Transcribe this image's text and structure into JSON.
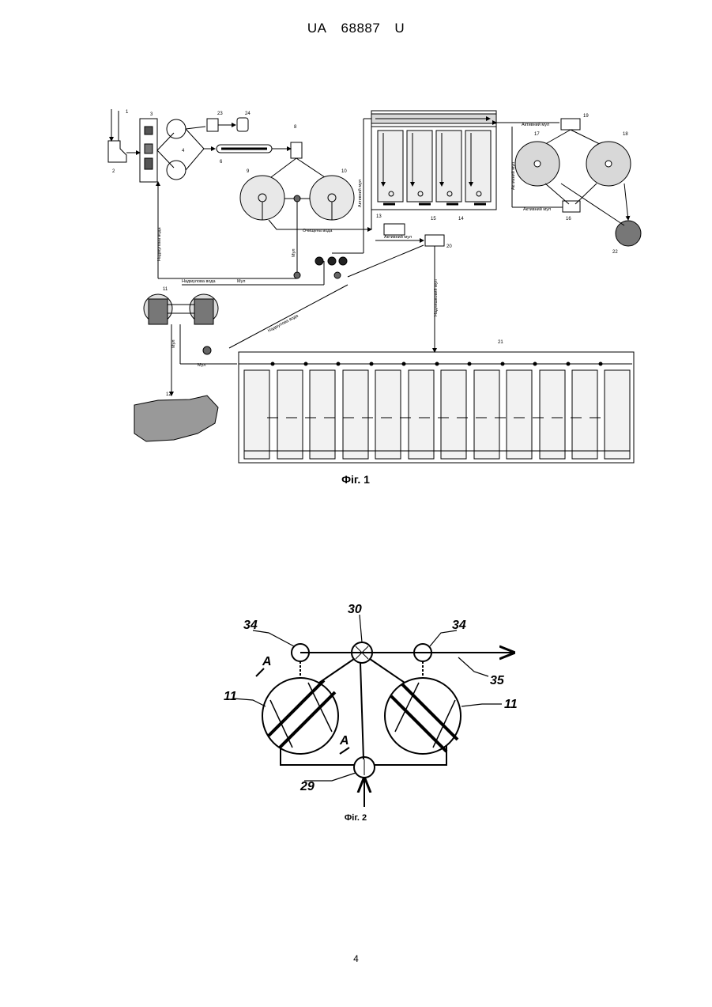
{
  "header": {
    "prefix": "UA",
    "number": "68887",
    "kind": "U"
  },
  "figure1": {
    "caption": "Фіг. 1",
    "part_labels": [
      "1",
      "2",
      "3",
      "4",
      "6",
      "8",
      "9",
      "10",
      "11",
      "12",
      "13",
      "14",
      "15",
      "16",
      "17",
      "18",
      "19",
      "20",
      "21",
      "22",
      "23",
      "24"
    ],
    "flow_labels": {
      "excess_water": "Надмулова вода",
      "excess_water_2": "Надмулова вода",
      "excess_water_3": "Надмулова вода",
      "sludge": "Мул",
      "sludge_2": "Мул",
      "sludge_3": "Мул",
      "sludge_4": "Мул",
      "active_sludge": "Активний мул",
      "active_sludge_2": "Активний мул",
      "active_sludge_3": "Активний мул",
      "active_sludge_4": "Активний мул",
      "active_sludge_5": "Активний мул",
      "cleaned_water": "Очищена вода",
      "excess_active_sludge": "Надлишковий мул"
    }
  },
  "figure2": {
    "caption": "Фіг. 2",
    "labels": {
      "pump_left": "34",
      "pump_right": "34",
      "distributor": "30",
      "outlet": "35",
      "tank_left": "11",
      "tank_right": "11",
      "inlet_valve": "29",
      "section_a_top": "A",
      "section_a_bottom": "A"
    }
  },
  "page": {
    "number": "4"
  }
}
